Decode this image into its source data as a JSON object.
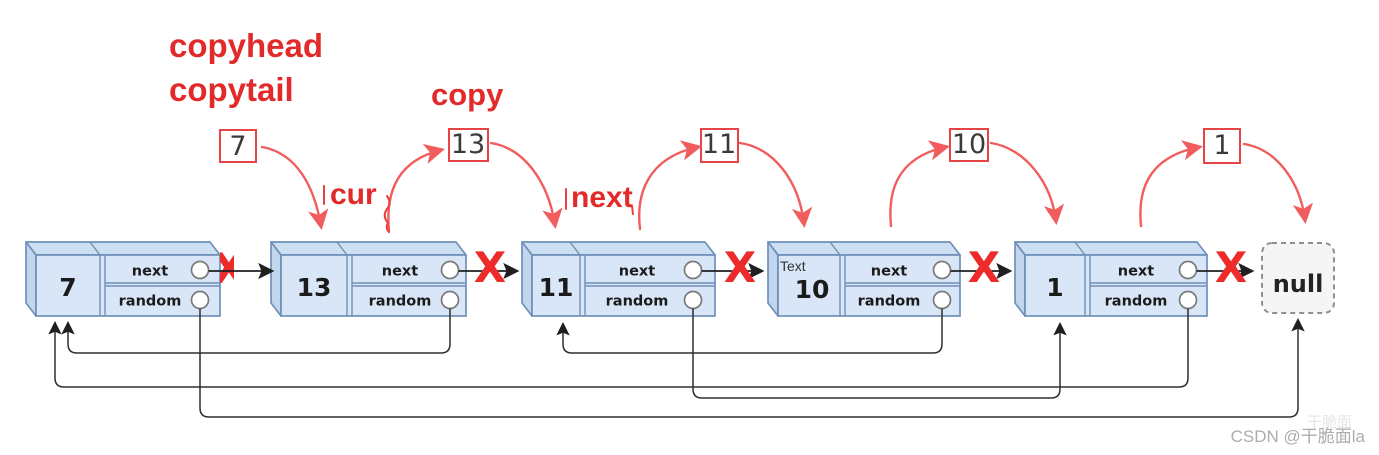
{
  "annotations": {
    "copyhead": "copyhead",
    "copytail": "copytail",
    "copy": "copy",
    "cur": "cur",
    "next": "next"
  },
  "copy_boxes": {
    "values": [
      "7",
      "13",
      "11",
      "10",
      "1"
    ]
  },
  "list": {
    "nodes": [
      {
        "value": "7",
        "next_label": "next",
        "random_label": "random"
      },
      {
        "value": "13",
        "next_label": "next",
        "random_label": "random"
      },
      {
        "value": "11",
        "next_label": "next",
        "random_label": "random"
      },
      {
        "value": "10",
        "next_label": "next",
        "random_label": "random",
        "tag": "Text"
      },
      {
        "value": "1",
        "next_label": "next",
        "random_label": "random"
      }
    ],
    "terminator": "null"
  },
  "marks": {
    "crossout": "X"
  },
  "watermark": {
    "text": "CSDN @干脆面la",
    "faint": "干脆面"
  },
  "colors": {
    "red_label": "#e22a2a",
    "red_arrow": "#f15c5c",
    "red_cross": "#ee2b2b",
    "node_fill": "#d9e6f7",
    "node_top": "#cddff3",
    "node_side": "#c2d6ee",
    "node_stroke": "#6f90b8"
  }
}
